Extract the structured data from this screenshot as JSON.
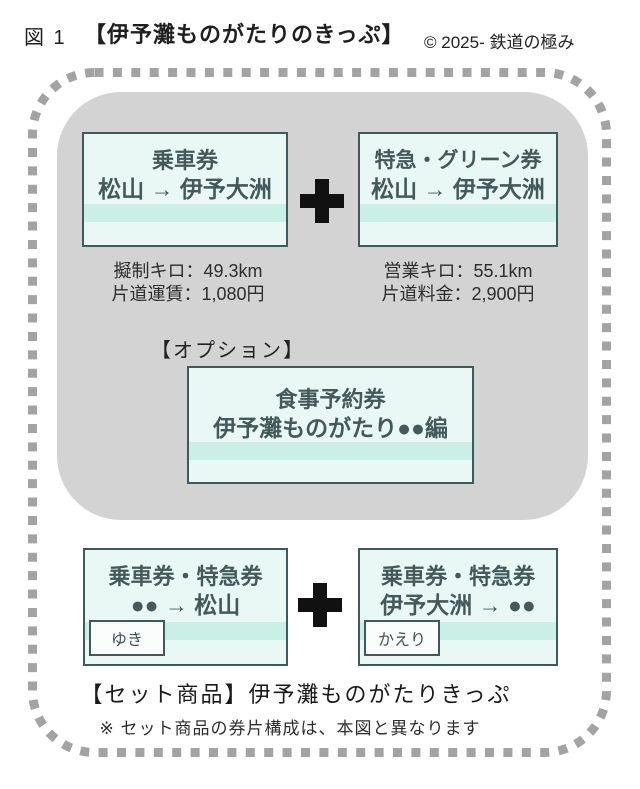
{
  "colors": {
    "panel_gray": "#d3d3d3",
    "dot_gray": "#a3a3a3",
    "ticket_fill": "#e9f8f4",
    "ticket_stripe": "#c9efe7",
    "ticket_border": "#3f5a5b",
    "ticket_text": "#44595c",
    "plus_black": "#111111"
  },
  "header": {
    "figure_label": "図 1",
    "title": "【伊予灘ものがたりのきっぷ】",
    "copyright": "© 2025- 鉄道の極み"
  },
  "top_group": {
    "ticket_left": {
      "line1": "乗車券",
      "line2": "松山 → 伊予大洲"
    },
    "ticket_right": {
      "line1": "特急・グリーン券",
      "line2": "松山 → 伊予大洲"
    },
    "stats_left": {
      "line1": "擬制キロ：49.3km",
      "line2": "片道運賃：1,080円"
    },
    "stats_right": {
      "line1": "営業キロ：55.1km",
      "line2": "片道料金：2,900円"
    }
  },
  "option": {
    "label": "【オプション】",
    "ticket": {
      "line1": "食事予約券",
      "line2": "伊予灘ものがたり●●編"
    }
  },
  "bottom_group": {
    "ticket_left": {
      "line1": "乗車券・特急券",
      "line2": "●● → 松山",
      "tag": "ゆき"
    },
    "ticket_right": {
      "line1": "乗車券・特急券",
      "line2": "伊予大洲 → ●●",
      "tag": "かえり"
    }
  },
  "footer": {
    "set_label": "【セット商品】伊予灘ものがたりきっぷ",
    "note": "※ セット商品の券片構成は、本図と異なります"
  }
}
